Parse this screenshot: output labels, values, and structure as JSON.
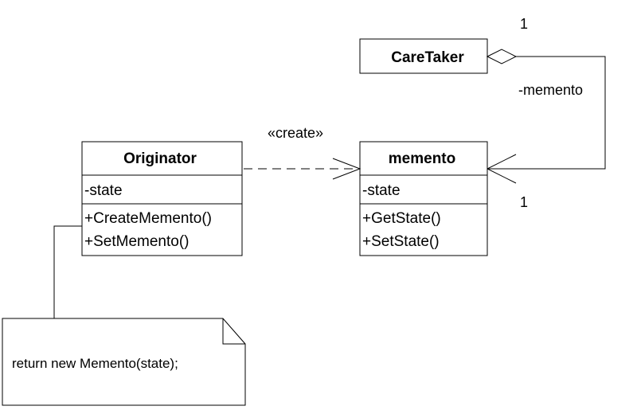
{
  "classes": {
    "caretaker": {
      "name": "CareTaker"
    },
    "originator": {
      "name": "Originator",
      "attributes": [
        "-state"
      ],
      "operations": [
        "+CreateMemento()",
        "+SetMemento()"
      ]
    },
    "memento": {
      "name": "memento",
      "attributes": [
        "-state"
      ],
      "operations": [
        "+GetState()",
        "+SetState()"
      ]
    }
  },
  "relations": {
    "create_label": "«create»",
    "aggregation_role": "-memento",
    "multiplicity_top": "1",
    "multiplicity_bottom": "1"
  },
  "note": {
    "text": "return new Memento(state);"
  }
}
